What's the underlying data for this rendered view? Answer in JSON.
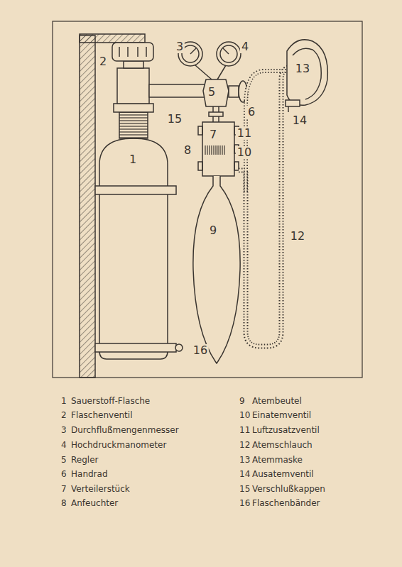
{
  "diagram": {
    "labels": [
      "1",
      "2",
      "3",
      "4",
      "5",
      "6",
      "7",
      "8",
      "9",
      "10",
      "11",
      "12",
      "13",
      "14",
      "15",
      "16",
      "1",
      "Sauerstoff-Flasche",
      "2",
      "Flaschenventil",
      "3",
      "Durchflußmengenmesser",
      "4",
      "Hochdruckmanometer",
      "5",
      "Regler",
      "6",
      "Handrad",
      "7",
      "Verteilerstück",
      "8",
      "Anfeuchter",
      "9",
      "Atembeutel",
      "10",
      "Einatemventil",
      "11",
      "Luftzusatzventil",
      "12",
      "Atemschlauch",
      "13",
      "Atemmaske",
      "14",
      "Ausatemventil",
      "15",
      "Verschlußkappen",
      "16",
      "Flaschenbänder"
    ]
  }
}
